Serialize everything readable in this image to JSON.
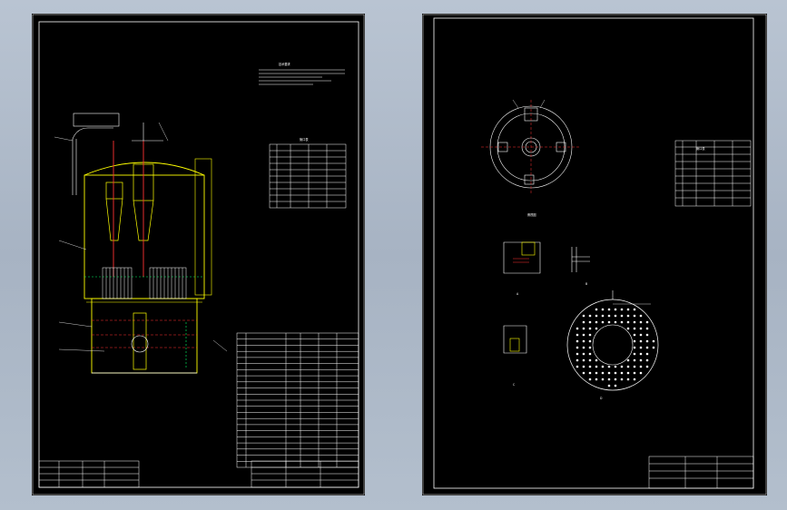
{
  "sheets": [
    {
      "id": "left",
      "title": "Equipment assembly drawing"
    },
    {
      "id": "right",
      "title": "Part details drawing"
    }
  ],
  "left": {
    "notes_title": "技术要求",
    "table_title": "管口表",
    "bom_rows": 22
  },
  "right": {
    "table_title": "管口表",
    "view_labels": [
      "俯视图",
      "A",
      "B",
      "C",
      "D"
    ]
  },
  "colors": {
    "background": "#000000",
    "frame": "#ffffff",
    "body": "#ffff00",
    "pipe": "#ff3333",
    "green": "#00ff66"
  }
}
